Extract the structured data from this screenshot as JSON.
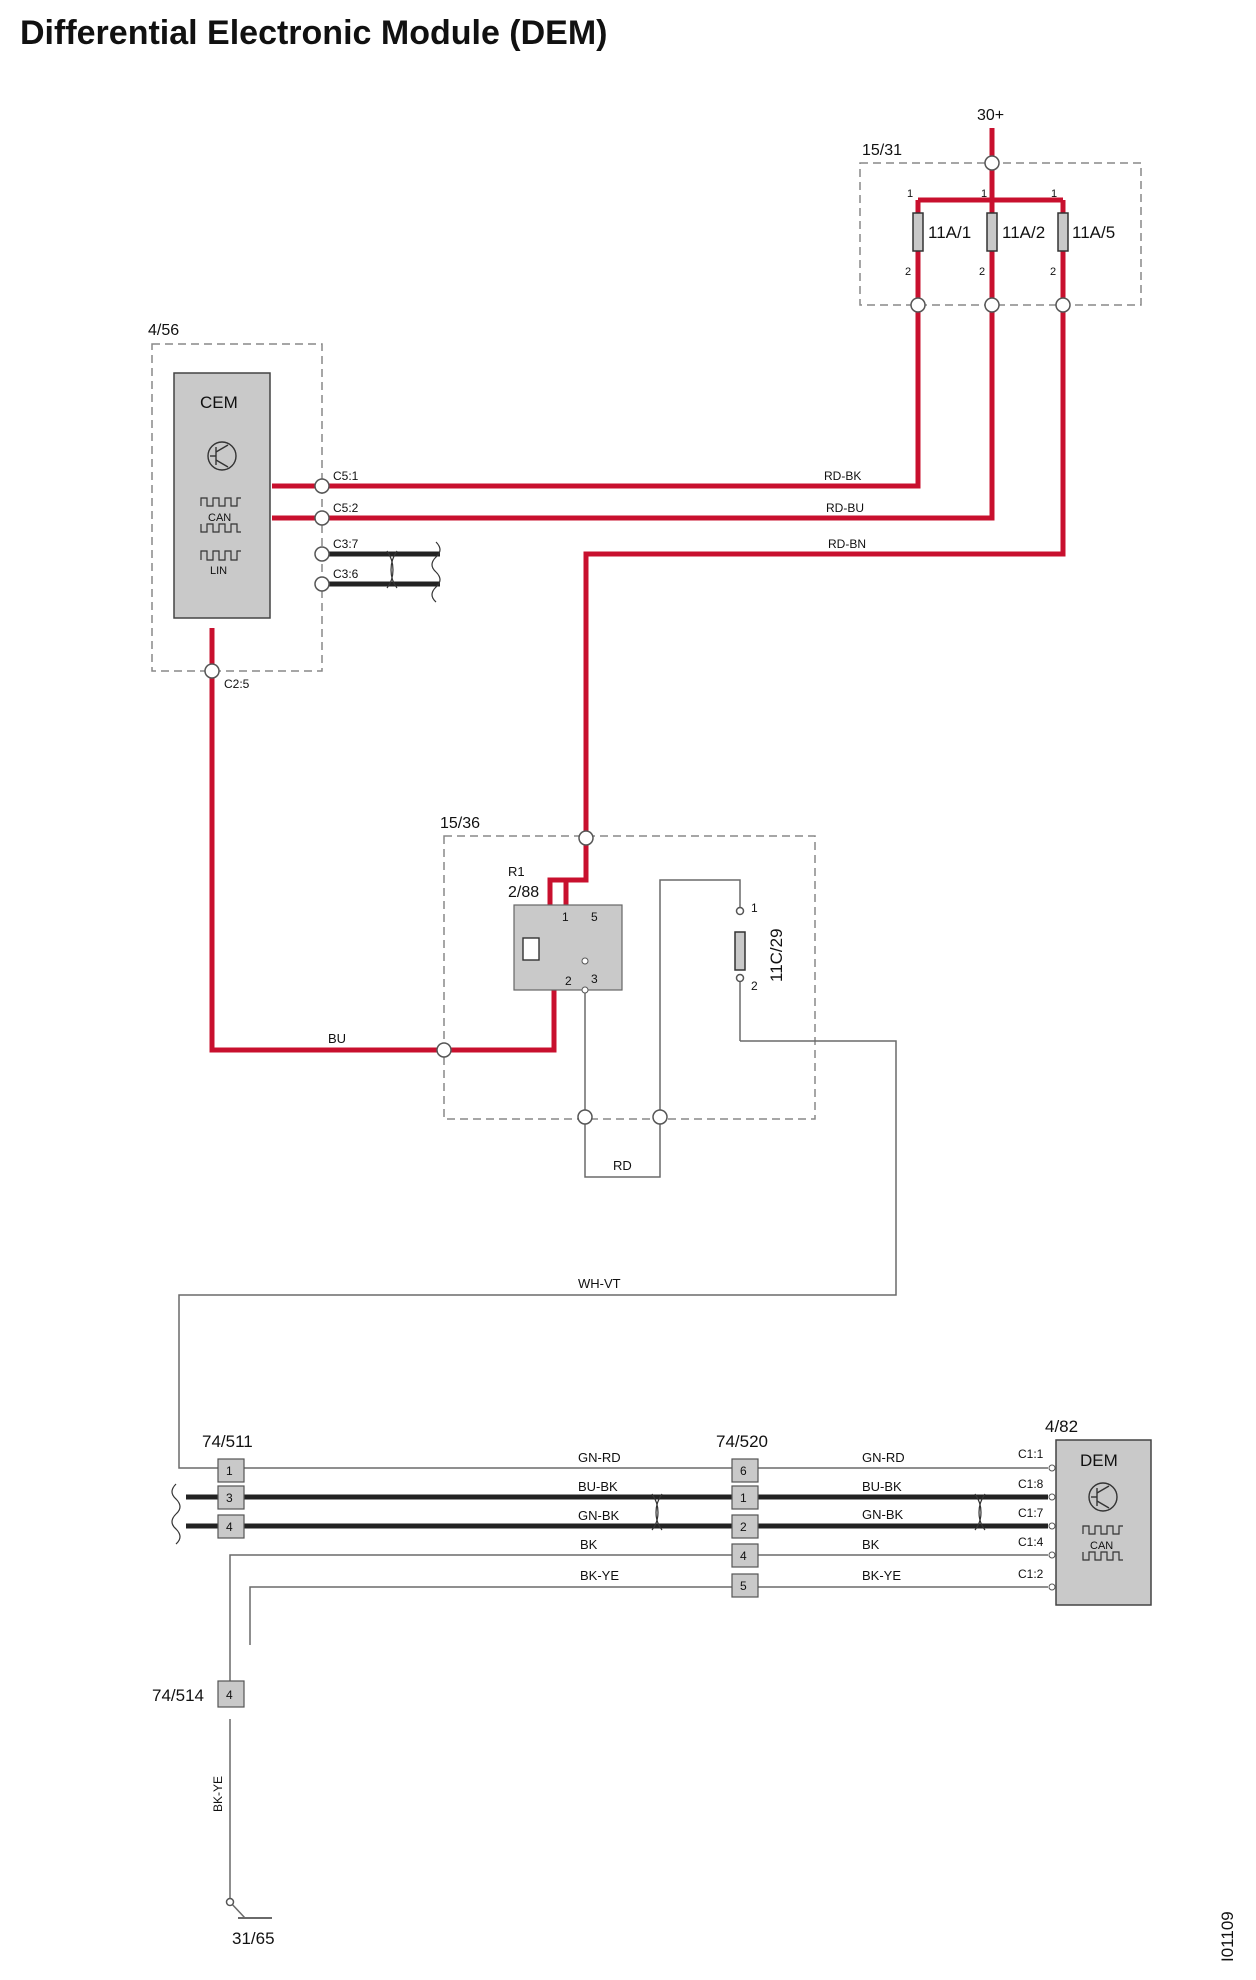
{
  "title": "Differential Electronic Module (DEM)",
  "doc_id": "I01109",
  "colors": {
    "power_wire": "#c8102e",
    "wire": "#6a6a6a",
    "bus": "#222222",
    "module_fill": "#c9c9c9",
    "box_border": "#777777"
  },
  "supply": {
    "label": "30+"
  },
  "fuse_box": {
    "ref": "15/31",
    "fuses": [
      {
        "label": "11A/1",
        "pin_top": "1",
        "pin_bottom": "2"
      },
      {
        "label": "11A/2",
        "pin_top": "1",
        "pin_bottom": "2"
      },
      {
        "label": "11A/5",
        "pin_top": "1",
        "pin_bottom": "2"
      }
    ]
  },
  "cem": {
    "ref": "4/56",
    "name": "CEM",
    "icon": "transistor-icon",
    "can_label": "CAN",
    "lin_label": "LIN",
    "pins": [
      "C5:1",
      "C5:2",
      "C3:7",
      "C3:6",
      "C2:5"
    ]
  },
  "wires": {
    "rd_bk": "RD-BK",
    "rd_bu": "RD-BU",
    "rd_bn": "RD-BN",
    "bu": "BU",
    "rd": "RD",
    "wh_vt": "WH-VT",
    "bk_ye": "BK-YE"
  },
  "relay_box": {
    "ref": "15/36",
    "relay_ref": "R1",
    "relay_code": "2/88",
    "relay_pins": [
      "1",
      "5",
      "2",
      "3"
    ],
    "fuse": {
      "label": "11C/29",
      "pin_top": "1",
      "pin_bottom": "2"
    }
  },
  "connectors": {
    "c511": {
      "ref": "74/511",
      "pins": [
        "1",
        "3",
        "4"
      ]
    },
    "c520": {
      "ref": "74/520",
      "pins": [
        "6",
        "1",
        "2",
        "4",
        "5"
      ]
    },
    "c514": {
      "ref": "74/514",
      "pins": [
        "4"
      ]
    }
  },
  "bus_rows": [
    {
      "left": "GN-RD",
      "right": "GN-RD",
      "pin": "C1:1"
    },
    {
      "left": "BU-BK",
      "right": "BU-BK",
      "pin": "C1:8"
    },
    {
      "left": "GN-BK",
      "right": "GN-BK",
      "pin": "C1:7"
    },
    {
      "left": "BK",
      "right": "BK",
      "pin": "C1:4"
    },
    {
      "left": "BK-YE",
      "right": "BK-YE",
      "pin": "C1:2"
    }
  ],
  "dem": {
    "ref": "4/82",
    "name": "DEM",
    "icon": "transistor-icon",
    "can_label": "CAN"
  },
  "ground": {
    "ref": "31/65"
  }
}
